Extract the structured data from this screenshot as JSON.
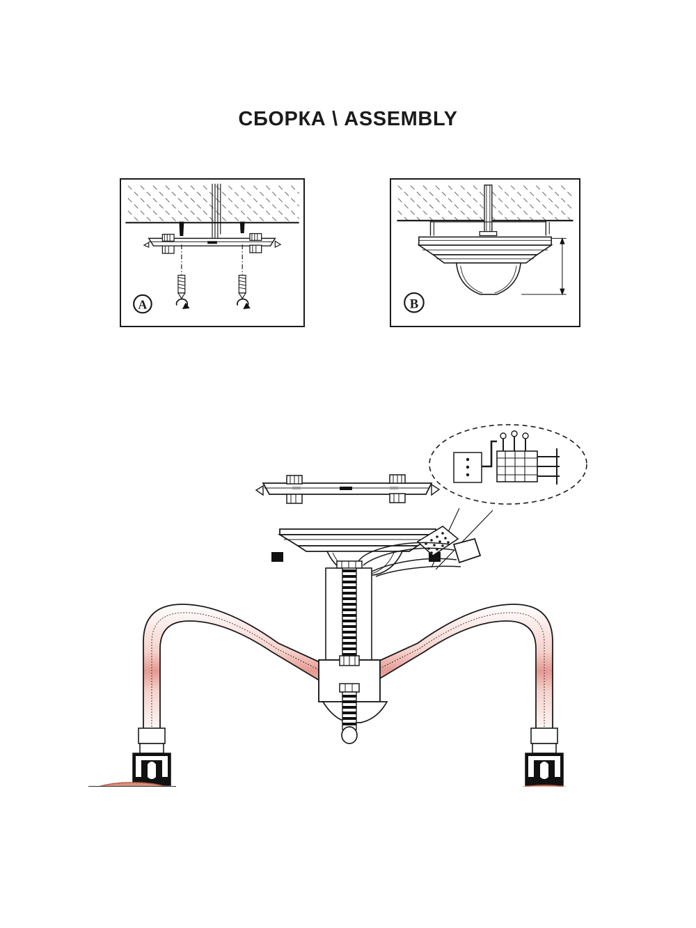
{
  "document": {
    "title": "СБОРКА \\ ASSEMBLY",
    "language_note": "Russian / English bilingual heading",
    "sheet_type": "assembly-instruction",
    "background_color": "#ffffff",
    "line_color": "#1a1a1a"
  },
  "colors": {
    "shade_fill": "#d9917f",
    "shade_fill_light": "#e8b5a6",
    "arm_inner": "#f2c9c4",
    "arm_core": "#e59a92",
    "socket_black": "#111111",
    "outline": "#1a1a1a",
    "hatch": "#444444"
  },
  "steps": [
    {
      "id": "panel-a",
      "badge": "A",
      "caption": "",
      "description": "Mounting bar fixed to ceiling with two screws",
      "parts": [
        {
          "name": "ceiling-slab",
          "note": "hatched concrete section"
        },
        {
          "name": "mounting-bar",
          "note": "flat steel strap with nuts"
        },
        {
          "name": "fixing-screw-left",
          "note": "screw with rotation arrow"
        },
        {
          "name": "fixing-screw-right",
          "note": "screw with rotation arrow"
        },
        {
          "name": "supply-cable",
          "note": "cable pair from ceiling"
        }
      ]
    },
    {
      "id": "panel-b",
      "badge": "B",
      "caption": "",
      "description": "Canopy and diffuser mounted on the ceiling bar",
      "dimension_label": "",
      "parts": [
        {
          "name": "ceiling-slab",
          "note": "hatched concrete section"
        },
        {
          "name": "canopy-plate",
          "note": "stepped ceiling plate"
        },
        {
          "name": "diffuser-bowl",
          "note": "lower glass bowl"
        },
        {
          "name": "drop-rod",
          "note": "central suspension rod"
        }
      ]
    }
  ],
  "assembly": {
    "title": "exploded-assembly-view",
    "components": [
      {
        "id": "mounting-bar",
        "label": ""
      },
      {
        "id": "canopy",
        "label": ""
      },
      {
        "id": "threaded-rod",
        "label": ""
      },
      {
        "id": "center-body",
        "label": ""
      },
      {
        "id": "left-arm",
        "label": ""
      },
      {
        "id": "right-arm",
        "label": ""
      },
      {
        "id": "left-lamp",
        "label": ""
      },
      {
        "id": "right-lamp",
        "label": ""
      },
      {
        "id": "terminal-block",
        "label": ""
      },
      {
        "id": "wiring-callout",
        "label": ""
      }
    ],
    "callout": {
      "shape": "dashed-oval",
      "content": "terminal-block-wiring-detail",
      "label": ""
    },
    "lamp_count": 2,
    "shade_shape": "dome",
    "cage_pattern": "square-grid"
  }
}
